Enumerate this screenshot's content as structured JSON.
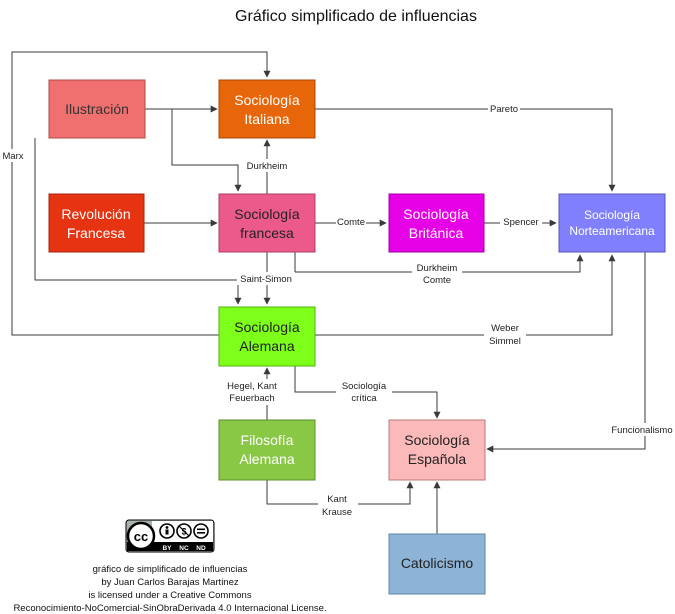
{
  "title": "Gráfico simplificado de influencias",
  "nodes": {
    "ilustracion": {
      "lines": [
        "Ilustración"
      ],
      "fill": "#f07070",
      "stroke": "#b04848",
      "text": "#333333"
    },
    "italiana": {
      "lines": [
        "Sociología",
        "Italiana"
      ],
      "fill": "#e8660a",
      "stroke": "#a84a08",
      "text": "#ffffff"
    },
    "revolucion": {
      "lines": [
        "Revolución",
        "Francesa"
      ],
      "fill": "#e63312",
      "stroke": "#a8240c",
      "text": "#ffffff"
    },
    "francesa": {
      "lines": [
        "Sociología",
        "francesa"
      ],
      "fill": "#ec5a8c",
      "stroke": "#ad3f66",
      "text": "#222222"
    },
    "britanica": {
      "lines": [
        "Sociología",
        "Británica"
      ],
      "fill": "#e600e6",
      "stroke": "#a000a0",
      "text": "#ffffff"
    },
    "norteamericana": {
      "lines": [
        "Sociología",
        "Norteamericana"
      ],
      "fill": "#8080ff",
      "stroke": "#5555bb",
      "text": "#ffffff"
    },
    "alemana": {
      "lines": [
        "Sociología",
        "Alemana"
      ],
      "fill": "#7dff1a",
      "stroke": "#4eb00f",
      "text": "#222222"
    },
    "filosofia": {
      "lines": [
        "Filosofía",
        "Alemana"
      ],
      "fill": "#88c845",
      "stroke": "#5a8c2c",
      "text": "#ffffff"
    },
    "espanola": {
      "lines": [
        "Sociología",
        "Española"
      ],
      "fill": "#fbb9b9",
      "stroke": "#bb7a7a",
      "text": "#222222"
    },
    "catolicismo": {
      "lines": [
        "Catolicismo"
      ],
      "fill": "#8db3d6",
      "stroke": "#5f86a8",
      "text": "#222222"
    }
  },
  "edge_labels": {
    "marx": "Marx",
    "pareto": "Pareto",
    "durkheim": "Durkheim",
    "comte": "Comte",
    "spencer": "Spencer",
    "saint_simon": "Saint-Simon",
    "durkheim_comte": [
      "Durkheim",
      "Comte"
    ],
    "weber_simmel": [
      "Weber",
      "Simmel"
    ],
    "hegel_kant": [
      "Hegel, Kant",
      "Feuerbach"
    ],
    "sociologia_critica": [
      "Sociología",
      "crítica"
    ],
    "funcionalismo": "Funcionalismo",
    "kant_krause": [
      "Kant",
      "Krause"
    ]
  },
  "license": {
    "badge": [
      "cc",
      "BY",
      "NC",
      "ND"
    ],
    "lines": [
      "gráfico de simplificado de influencias",
      "by Juan Carlos Barajas Martinez",
      "is licensed under a Creative Commons",
      "Reconocimiento-NoComercial-SinObraDerivada 4.0 Internacional License."
    ]
  }
}
